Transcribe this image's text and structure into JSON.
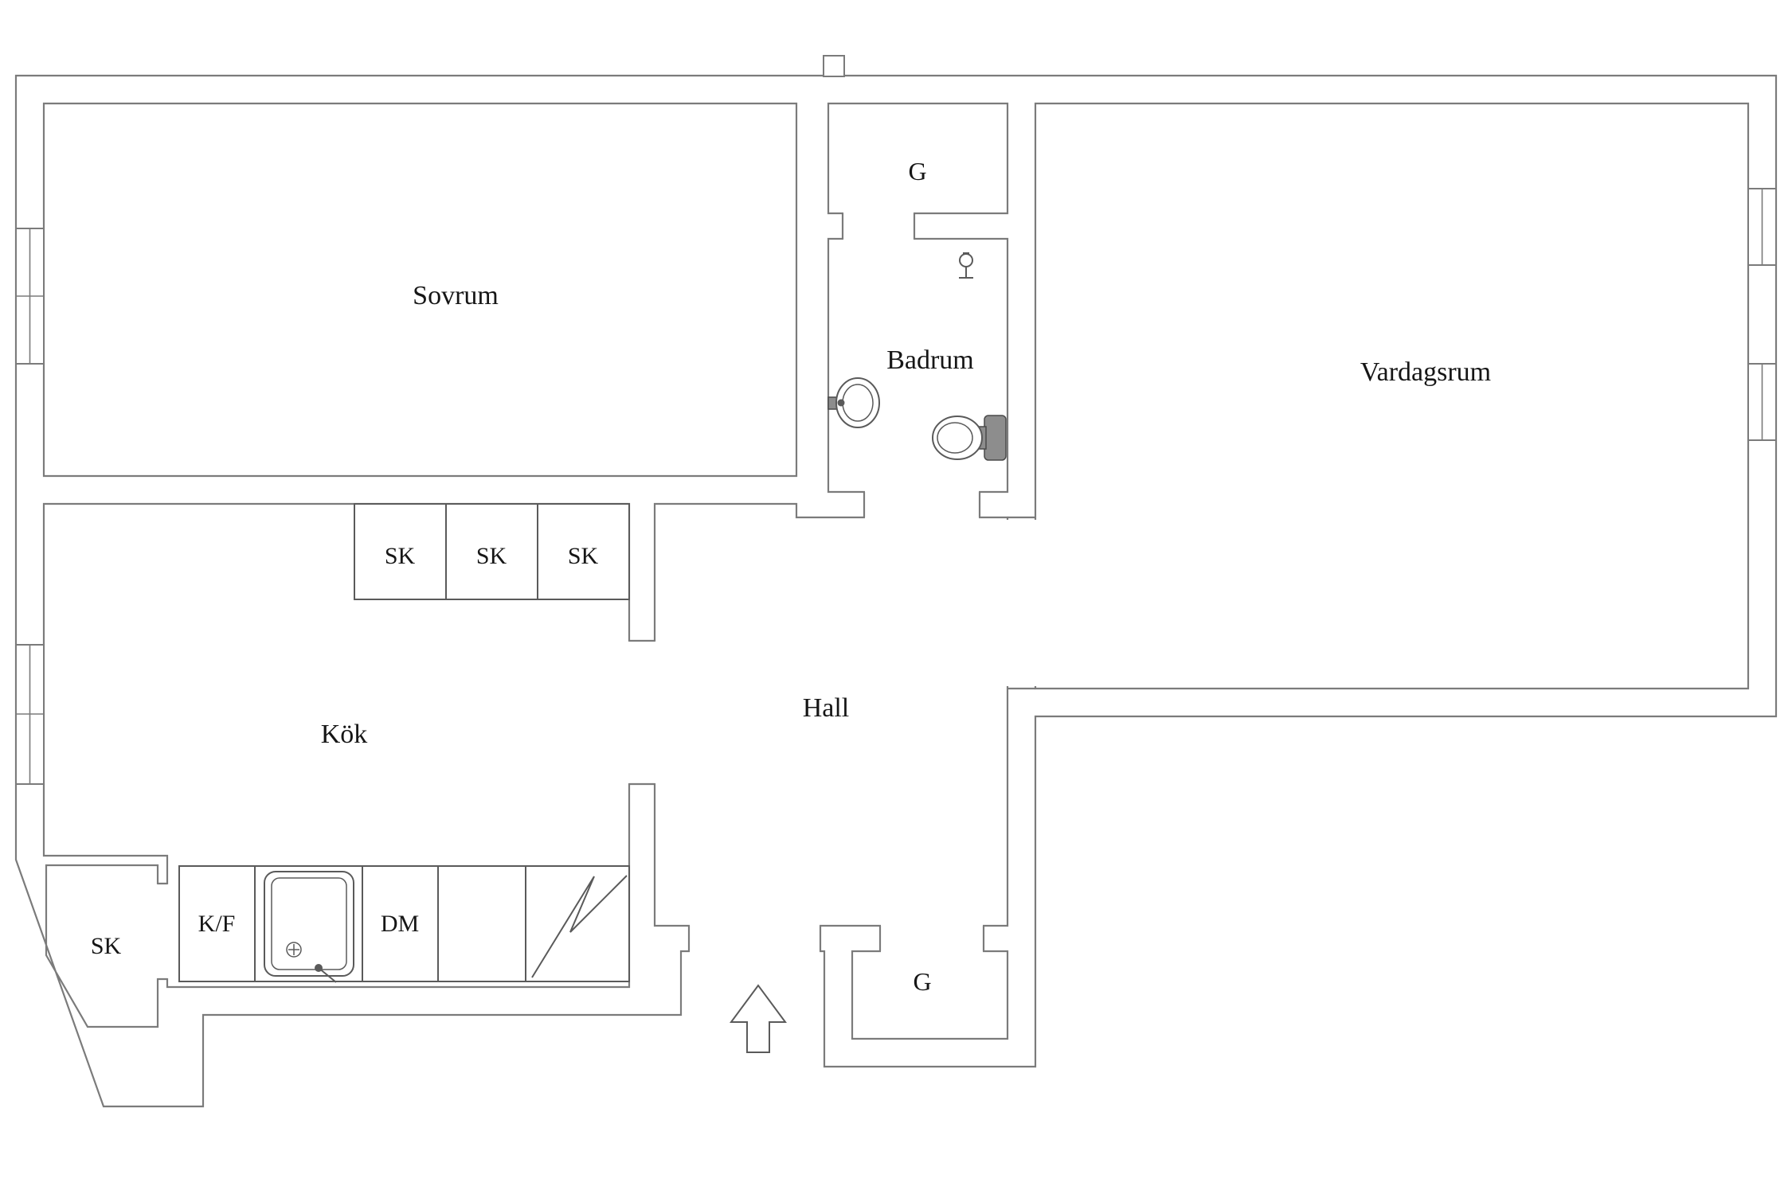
{
  "floorplan": {
    "room_labels": {
      "sovrum": "Sovrum",
      "closet_top": "G",
      "badrum": "Badrum",
      "vardagsrum": "Vardagsrum",
      "kok": "Kök",
      "hall": "Hall",
      "closet_sk": "SK",
      "closet_bottom": "G"
    },
    "kitchen_labels": {
      "cabinet_1": "SK",
      "cabinet_2": "SK",
      "cabinet_3": "SK",
      "fridge_freezer": "K/F",
      "dishwasher": "DM"
    },
    "icons": {
      "shower": "shower-icon",
      "bathroom_sink": "bathroom-sink-icon",
      "toilet": "toilet-icon",
      "kitchen_sink": "kitchen-sink-icon",
      "stove": "stove-icon",
      "entrance_arrow": "entrance-arrow-icon",
      "window": "window-icon"
    },
    "colors": {
      "wall_line": "#7b7b7b",
      "fixture_line": "#5a5a5a",
      "text": "#161616",
      "background": "#ffffff"
    }
  }
}
